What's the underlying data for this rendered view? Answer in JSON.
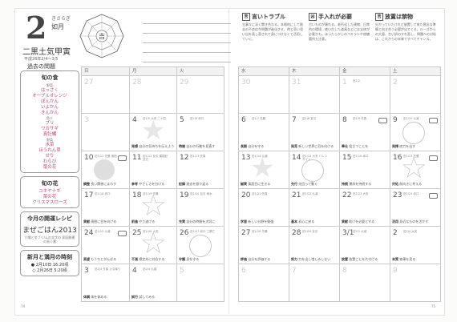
{
  "header": {
    "month_number": "2",
    "month_kana": "きさらぎ",
    "month_name": "如月",
    "eto": "二黒土気甲寅",
    "heisei": "平成26年2/4〜3/5",
    "past": "過去の問題",
    "compass_label": "吉"
  },
  "topics": [
    {
      "mark": "吉",
      "title": "言いトラブル",
      "body": "主事々に深く関き合わる。本格的にして過去の不良は今問題が剥化させ、時と思い思い出を表し直されて身につけなくて活用していく。"
    },
    {
      "mark": "凶",
      "title": "手入れが必要",
      "body": "古いものが壊れる。老朽化した建物、日常的の環境、使い古した道具などには全体が必要かも。ほったらかしのペキランや修繕箇所も注意。"
    },
    {
      "mark": "吉",
      "title": "放置は禁物",
      "body": "分かっていたけれど放置して来た懸念な準備と向き合う必要が出てくる。ルーズからの大量、言い訳のすれ直し、問題への対処は、これからの未来ですべてチャンス。"
    }
  ],
  "sidebar": {
    "seasonal_food": {
      "title": "旬の食",
      "groups": [
        {
          "label": "野菜",
          "items": [
            "はっさく",
            "オーブルオレンジ",
            "ぽんかん",
            "いよかん",
            "きんかん"
          ]
        },
        {
          "label": "魚介",
          "items": [
            "ブリ",
            "ワカサギ",
            "真牡蠣"
          ]
        },
        {
          "label": "野菜",
          "items": [
            "水菜",
            "ほうれん草",
            "せり",
            "わらび",
            "菜の花"
          ]
        }
      ]
    },
    "seasonal_flower": {
      "title": "旬の花",
      "items": [
        "ユキヤナギ",
        "菜の花",
        "クリスマスローズ"
      ]
    },
    "recipe": {
      "title": "今月の開運レシピ",
      "name": "まぜごはん2013",
      "note": "穴場と冬ブリ/ムの文字の 家庭開運の直ぐ番"
    },
    "moon": {
      "title": "新月と満月の時刻",
      "new_moon": "2月10日 16:20頃",
      "full_moon": "2月26日 5:20頃"
    }
  },
  "calendar": {
    "left_headers": [
      "日",
      "月",
      "火"
    ],
    "right_headers": [
      "水",
      "木",
      "金",
      "土"
    ],
    "left_weeks": [
      [
        {
          "day": "27",
          "grey": true
        },
        {
          "day": "28",
          "grey": true
        },
        {
          "day": "29",
          "grey": true
        }
      ],
      [
        {
          "day": "3",
          "grey": true
        },
        {
          "day": "4",
          "mini": "旧1/5 大安 二十四",
          "note_b": "発想",
          "note": "自分の気持ちを伝えよう",
          "badge": false
        },
        {
          "day": "5",
          "mini": "旧1/6 赤口",
          "note_b": "時間",
          "note": "自分の行動を見直す",
          "badge": false
        }
      ],
      [
        {
          "day": "10",
          "mini": "旧1/11 先勝 鬼宿",
          "note_b": "調整",
          "note": "良い関係にまわす",
          "badge": true
        },
        {
          "day": "11",
          "mini": "旧1/12 友引 建国記念日",
          "note_b": "参考",
          "note": "やさしさを分ける",
          "badge": false
        },
        {
          "day": "12",
          "mini": "旧1/13 先負",
          "note_b": "記録",
          "note": "過去を振り返る",
          "badge": false
        }
      ],
      [
        {
          "day": "17",
          "mini": "旧1/18 赤口",
          "note_b": "貢献",
          "note": "周囲に目を向ける",
          "badge": false
        },
        {
          "day": "18",
          "mini": "旧1/19 先勝",
          "note_b": "前進",
          "note": "やり遂げる",
          "badge": false
        },
        {
          "day": "19",
          "mini": "旧1/20 友引 雨水",
          "note_b": "充実",
          "note": "自分の時間を大切に",
          "badge": false
        }
      ],
      [
        {
          "day": "24",
          "mini": "旧1/25 仏滅",
          "note_b": "高望",
          "note": "もうちとがんばる",
          "badge": true
        },
        {
          "day": "25",
          "mini": "旧1/26 大安",
          "note_b": "不測",
          "note": "想定外に対応する",
          "badge": false
        },
        {
          "day": "26",
          "mini": "旧1/27 赤口 三隣亡",
          "note_b": "守護",
          "note": "身を守る",
          "badge": false
        }
      ],
      [
        {
          "day": "3",
          "mini": "旧2/3 先負 ひな祭り",
          "note_b": "体調",
          "note": "体を休める",
          "badge": false
        },
        {
          "day": "4",
          "mini": "旧2/4 仏滅",
          "note_b": "試行",
          "note": "試してみる",
          "badge": false
        },
        {
          "day": "5",
          "grey": true
        }
      ]
    ],
    "right_weeks": [
      [
        {
          "day": "30",
          "grey": true
        },
        {
          "day": "31",
          "grey": true
        },
        {
          "day": "1",
          "grey": true,
          "mini": "旧1/2"
        },
        {
          "day": "2",
          "grey": true
        }
      ],
      [
        {
          "day": "6",
          "mini": "旧1/7 先勝",
          "note_b": "長期",
          "note": "自分を守る",
          "badge": false
        },
        {
          "day": "7",
          "mini": "旧1/8 友引",
          "note_b": "発見",
          "note": "新しい世界に目を向ける",
          "badge": false
        },
        {
          "day": "8",
          "mini": "旧1/9 先負",
          "note_b": "奉仕",
          "note": "役立つことを",
          "badge": true
        },
        {
          "day": "9",
          "mini": "旧1/10 仏滅",
          "note_b": "発揮",
          "note": "底力を出す",
          "badge": true
        }
      ],
      [
        {
          "day": "13",
          "mini": "旧1/14 仏滅",
          "note_b": "誠実",
          "note": "真面目に生きる",
          "badge": false
        },
        {
          "day": "14",
          "mini": "旧1/15 大安 バレンタイン",
          "note_b": "先行",
          "note": "先回って動く",
          "badge": false
        },
        {
          "day": "15",
          "mini": "旧1/16 赤口",
          "note_b": "持続",
          "note": "運命を持続する",
          "badge": false
        },
        {
          "day": "16",
          "mini": "旧1/17 先勝",
          "note_b": "対処",
          "note": "前向きに考える",
          "badge": true
        }
      ],
      [
        {
          "day": "20",
          "mini": "旧1/21 先負",
          "note_b": "学習",
          "note": "新しい分野を勉強",
          "badge": false
        },
        {
          "day": "21",
          "mini": "旧1/22 仏滅",
          "note_b": "基本",
          "note": "初心に戻る",
          "badge": false
        },
        {
          "day": "22",
          "mini": "旧1/23 大安",
          "note_b": "貢献",
          "note": "助けを必要とする",
          "badge": false
        },
        {
          "day": "23",
          "mini": "旧1/24 赤口",
          "note_b": "活用",
          "note": "身近なものを活かす",
          "badge": true
        }
      ],
      [
        {
          "day": "27",
          "mini": "旧1/28 先勝",
          "note_b": "評価",
          "note": "自分を評価する",
          "badge": false
        },
        {
          "day": "28",
          "mini": "旧1/29 友引",
          "note_b": "努力",
          "note": "力を出し惜しみしない",
          "badge": false
        },
        {
          "day": "3/1",
          "mini": "旧2/1 仏滅",
          "note_b": "放置",
          "note": "放置ごとを片付ける",
          "badge": false
        },
        {
          "day": "2",
          "mini": "旧2/2 大安",
          "note_b": "本質",
          "note": "物事を見る",
          "badge": false
        }
      ],
      [
        {
          "day": "6",
          "grey": true
        },
        {
          "day": "7",
          "grey": true
        },
        {
          "day": "8",
          "grey": true
        },
        {
          "day": "9",
          "grey": true
        }
      ]
    ]
  },
  "page_numbers": {
    "left": "74",
    "right": "75"
  }
}
